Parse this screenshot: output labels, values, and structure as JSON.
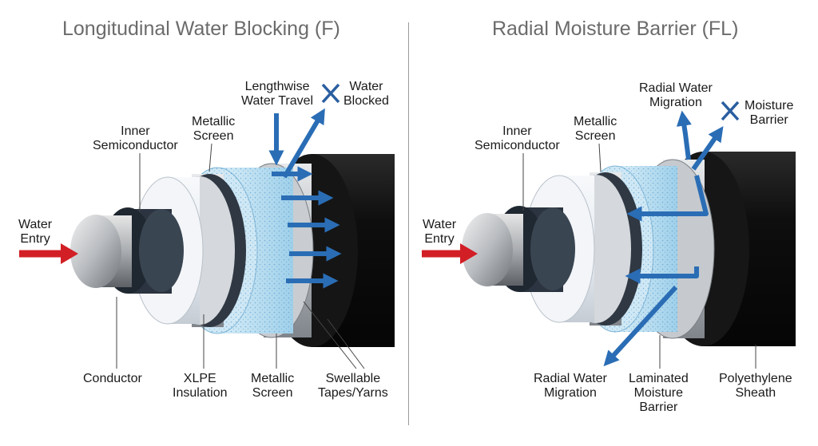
{
  "colors": {
    "title": "#6b6b6b",
    "text": "#1a1a1a",
    "sheath": "#101010",
    "entry_arrow": "#d21f26",
    "water_arrow": "#2a6db5",
    "water_fill": "#bfe2f3",
    "metal": "#c9ccd0",
    "insulation": "#e9edf2",
    "semicon": "#2a3340"
  },
  "icons": [
    "right-arrow-icon",
    "cross-mark-icon"
  ],
  "left": {
    "title": "Longitudinal Water Blocking (F)",
    "water_entry": [
      "Water",
      "Entry"
    ],
    "inner_semiconductor": [
      "Inner",
      "Semiconductor"
    ],
    "metallic_screen_top": [
      "Metallic",
      "Screen"
    ],
    "lengthwise_travel": [
      "Lengthwise",
      "Water Travel"
    ],
    "water_blocked": [
      "Water",
      "Blocked"
    ],
    "conductor": [
      "Conductor"
    ],
    "xlpe": [
      "XLPE",
      "Insulation"
    ],
    "metallic_screen_bottom": [
      "Metallic",
      "Screen"
    ],
    "swellable": [
      "Swellable",
      "Tapes/Yarns"
    ]
  },
  "right": {
    "title": "Radial Moisture Barrier (FL)",
    "water_entry": [
      "Water",
      "Entry"
    ],
    "inner_semiconductor": [
      "Inner",
      "Semiconductor"
    ],
    "metallic_screen_top": [
      "Metallic",
      "Screen"
    ],
    "radial_top": [
      "Radial Water",
      "Migration"
    ],
    "moisture_barrier": [
      "Moisture",
      "Barrier"
    ],
    "radial_bottom": [
      "Radial Water",
      "Migration"
    ],
    "laminated": [
      "Laminated",
      "Moisture",
      "Barrier"
    ],
    "polyethylene": [
      "Polyethylene",
      "Sheath"
    ]
  }
}
